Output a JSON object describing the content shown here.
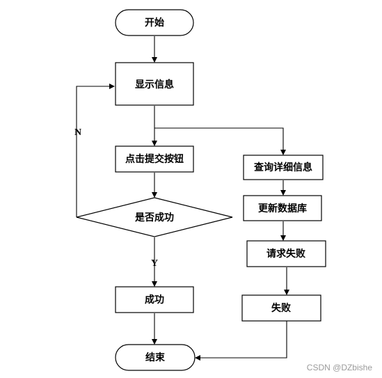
{
  "nodes": {
    "start": "开始",
    "show_info": "显示信息",
    "click_submit": "点击提交按钮",
    "is_success": "是否成功",
    "success": "成功",
    "end": "结束",
    "query_detail": "查询详细信息",
    "update_db": "更新数据库",
    "request_failed": "请求失败",
    "fail": "失败"
  },
  "edges": {
    "no_label": "N",
    "yes_label": "Y"
  },
  "watermark": "CSDN @DZbishe"
}
